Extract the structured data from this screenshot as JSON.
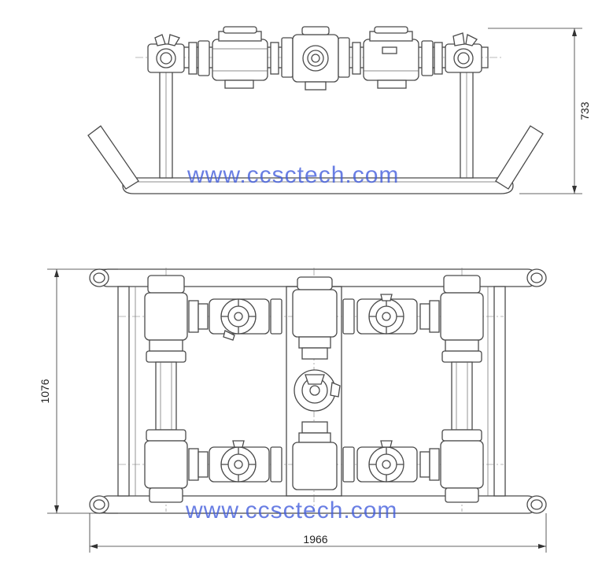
{
  "dimensions": {
    "height_top_view": "733",
    "height_plan_view": "1076",
    "width_plan_view": "1966"
  },
  "watermark": {
    "text_top": "www.ccsctech.com",
    "text_bottom": "www.ccsctech.com",
    "color": "#3f5bdc"
  },
  "colors": {
    "line": "#4a4a4a",
    "background": "#ffffff"
  }
}
